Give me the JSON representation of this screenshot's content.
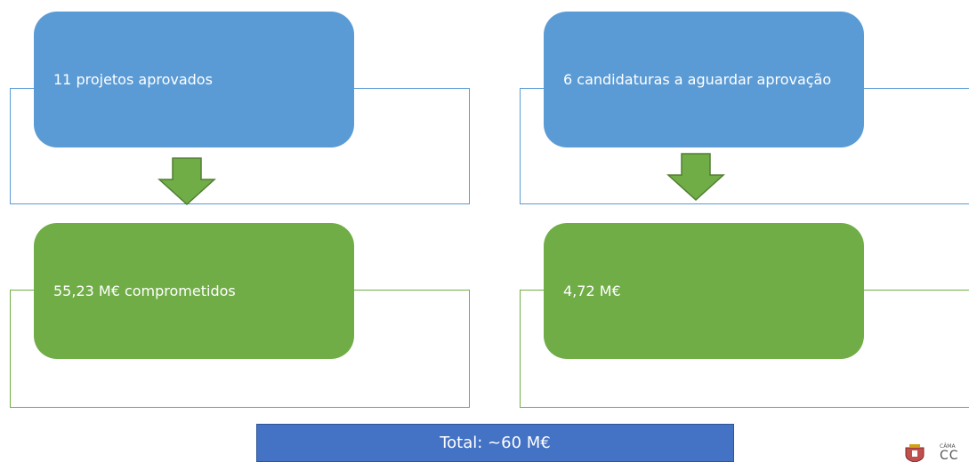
{
  "diagram": {
    "left_column": {
      "top_box_label": "11 projetos aprovados",
      "bottom_box_label": "55,23 M€ comprometidos"
    },
    "right_column": {
      "top_box_label": "6 candidaturas a aguardar aprovação",
      "bottom_box_label": "4,72 M€"
    },
    "total_label": "Total: ~60 M€"
  },
  "logo": {
    "small_text": "CÂMA",
    "big_text": "CC"
  },
  "colors": {
    "blue": "#5b9bd5",
    "green": "#70ad47",
    "total_bar": "#4472c4",
    "arrow": "#70ad47"
  }
}
